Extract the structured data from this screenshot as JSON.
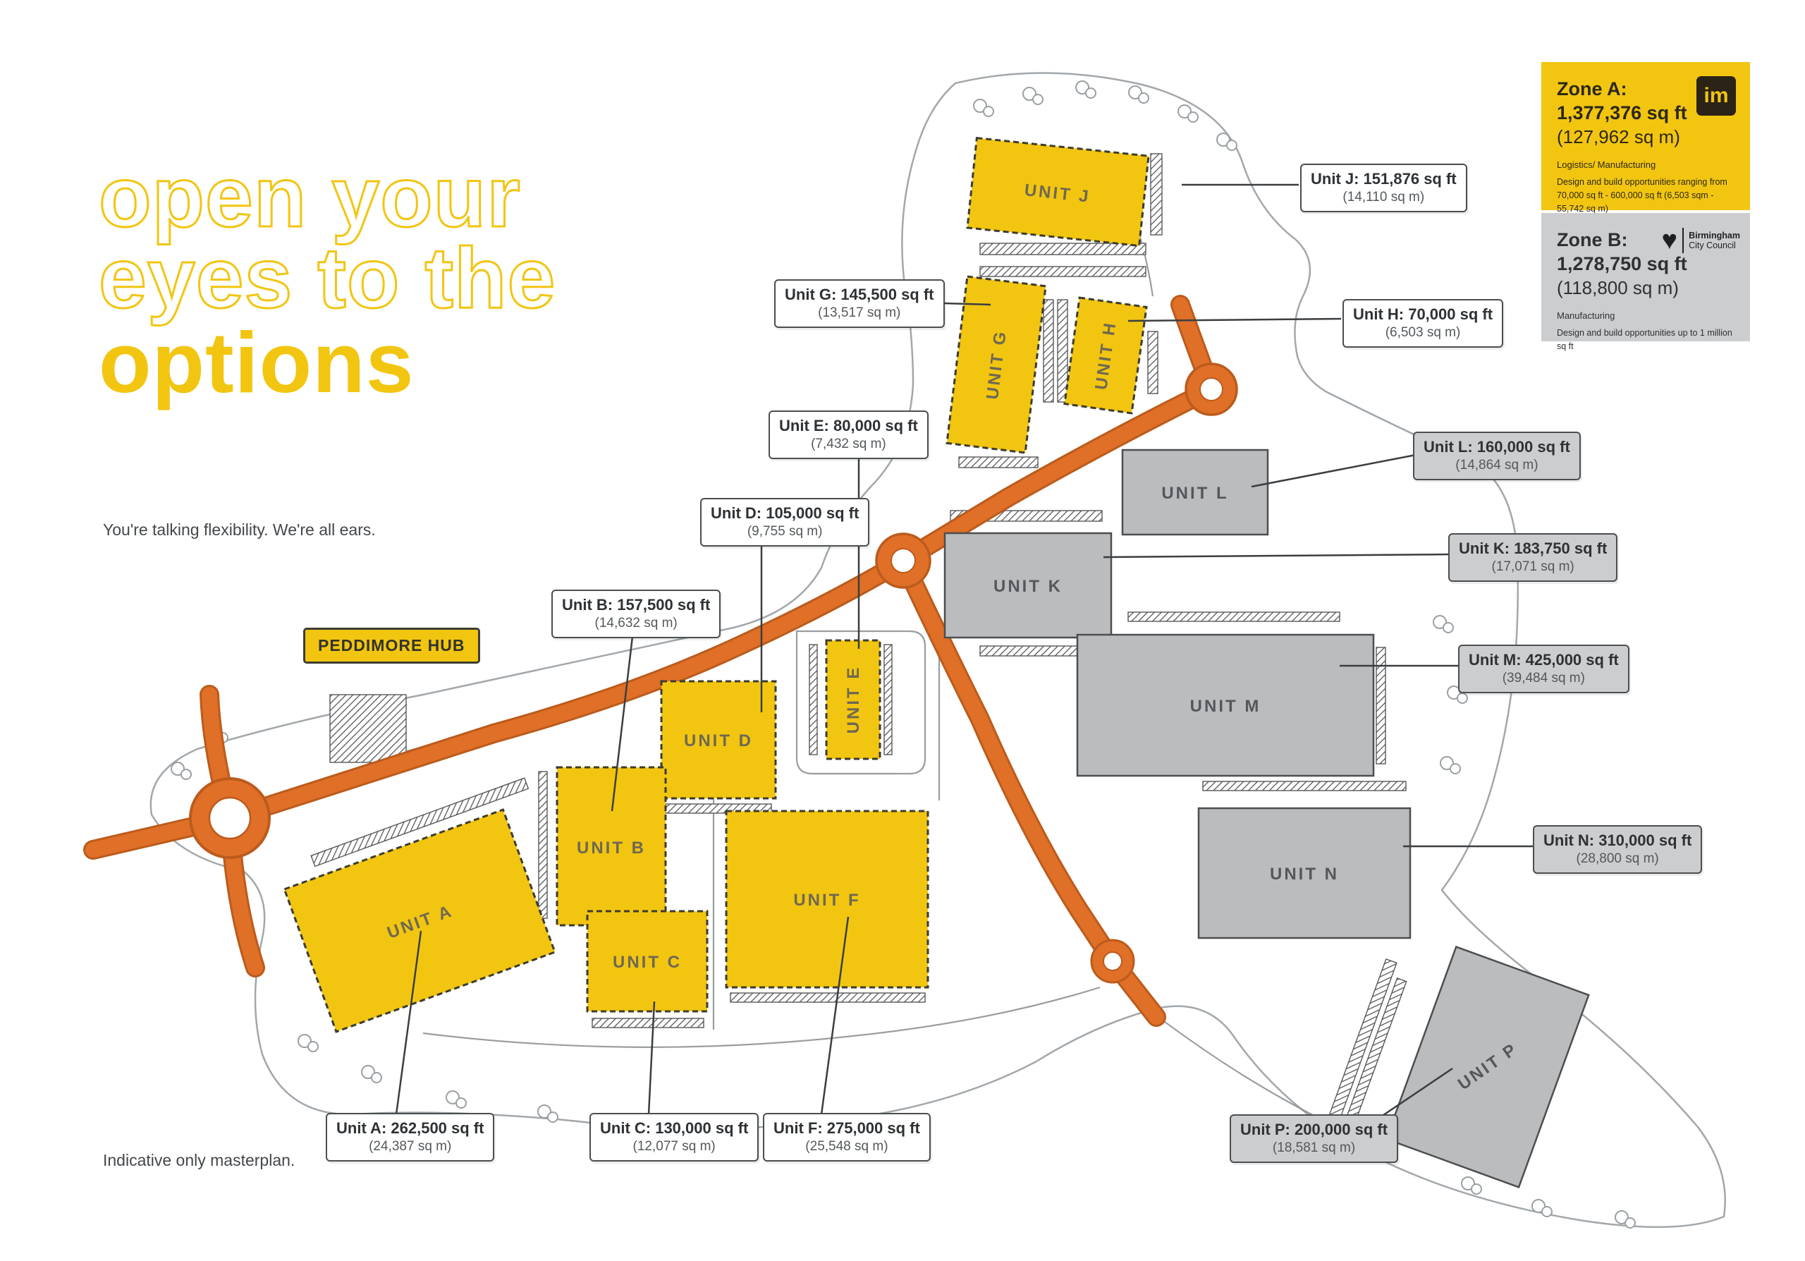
{
  "page": {
    "title_line1": "open your",
    "title_line2": "eyes to the",
    "title_line3": "options",
    "subtitle": "You're talking flexibility. We're all ears.",
    "footnote": "Indicative only masterplan.",
    "hub_label": "PEDDIMORE HUB"
  },
  "zone_a": {
    "heading": "Zone A:",
    "area": "1,377,376 sq ft",
    "metric": "(127,962 sq m)",
    "use": "Logistics/ Manufacturing",
    "desc1": "Design and build opportunities ranging from",
    "desc2": "70,000 sq ft - 600,000 sq ft (6,503 sqm - 55,742 sq m)",
    "logo_text": "im"
  },
  "zone_b": {
    "heading": "Zone B:",
    "area": "1,278,750 sq ft",
    "metric": "(118,800 sq m)",
    "use": "Manufacturing",
    "desc1": "Design and build opportunities up to 1 million sq ft",
    "logo_heart": "♥",
    "logo_line1": "Birmingham",
    "logo_line2": "City Council"
  },
  "colors": {
    "accent_yellow": "#F2C511",
    "road_orange": "#E06F28",
    "zone_b_gray": "#CBCDCF",
    "building_gray": "#BABCBE"
  },
  "callouts": [
    {
      "line1": "Unit J: 151,876 sq ft",
      "line2": "(14,110 sq m)",
      "zone": "A"
    },
    {
      "line1": "Unit G: 145,500 sq ft",
      "line2": "(13,517 sq m)",
      "zone": "A"
    },
    {
      "line1": "Unit H: 70,000 sq ft",
      "line2": "(6,503 sq m)",
      "zone": "A"
    },
    {
      "line1": "Unit E: 80,000 sq ft",
      "line2": "(7,432 sq m)",
      "zone": "A"
    },
    {
      "line1": "Unit D: 105,000 sq ft",
      "line2": "(9,755 sq m)",
      "zone": "A"
    },
    {
      "line1": "Unit B: 157,500 sq ft",
      "line2": "(14,632 sq m)",
      "zone": "A"
    },
    {
      "line1": "Unit L: 160,000 sq ft",
      "line2": "(14,864 sq m)",
      "zone": "B"
    },
    {
      "line1": "Unit K: 183,750 sq ft",
      "line2": "(17,071 sq m)",
      "zone": "B"
    },
    {
      "line1": "Unit M: 425,000 sq ft",
      "line2": "(39,484 sq m)",
      "zone": "B"
    },
    {
      "line1": "Unit N: 310,000 sq ft",
      "line2": "(28,800 sq m)",
      "zone": "B"
    },
    {
      "line1": "Unit A: 262,500 sq ft",
      "line2": "(24,387 sq m)",
      "zone": "A"
    },
    {
      "line1": "Unit C: 130,000 sq ft",
      "line2": "(12,077 sq m)",
      "zone": "A"
    },
    {
      "line1": "Unit F: 275,000 sq ft",
      "line2": "(25,548 sq m)",
      "zone": "A"
    },
    {
      "line1": "Unit P: 200,000 sq ft",
      "line2": "(18,581 sq m)",
      "zone": "B"
    }
  ],
  "map": {
    "buildings": [
      {
        "label": "UNIT J",
        "zone": "A"
      },
      {
        "label": "UNIT G",
        "zone": "A"
      },
      {
        "label": "UNIT H",
        "zone": "A"
      },
      {
        "label": "UNIT E",
        "zone": "A"
      },
      {
        "label": "UNIT D",
        "zone": "A"
      },
      {
        "label": "UNIT B",
        "zone": "A"
      },
      {
        "label": "UNIT C",
        "zone": "A"
      },
      {
        "label": "UNIT F",
        "zone": "A"
      },
      {
        "label": "UNIT A",
        "zone": "A"
      },
      {
        "label": "UNIT L",
        "zone": "B"
      },
      {
        "label": "UNIT K",
        "zone": "B"
      },
      {
        "label": "UNIT M",
        "zone": "B"
      },
      {
        "label": "UNIT N",
        "zone": "B"
      },
      {
        "label": "UNIT P",
        "zone": "B"
      }
    ]
  }
}
